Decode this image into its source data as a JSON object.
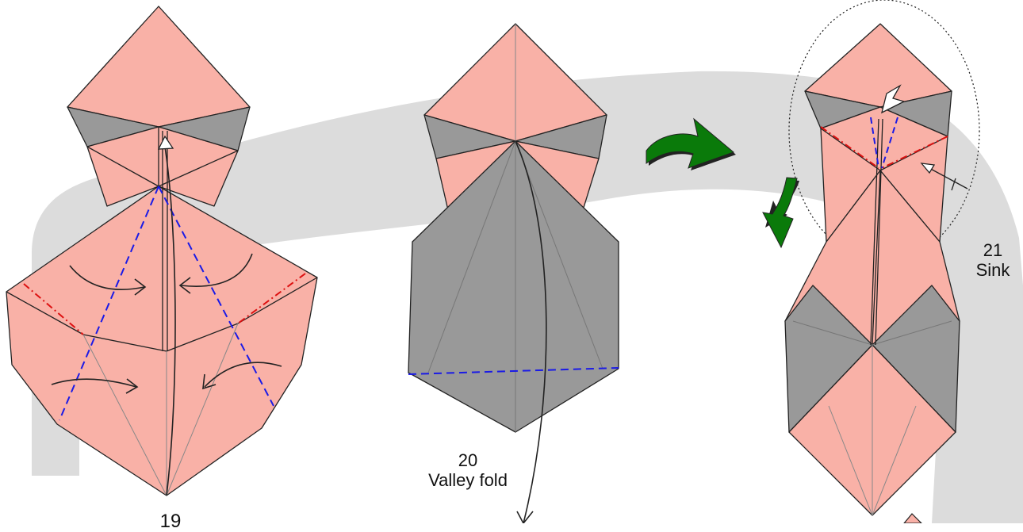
{
  "steps": [
    {
      "number": "19",
      "caption": ""
    },
    {
      "number": "20",
      "caption": "Valley fold"
    },
    {
      "number": "21",
      "caption": "Sink"
    }
  ],
  "colors": {
    "paper_front": "#f9b1a7",
    "paper_back": "#999999",
    "valley_line": "#1a1ae6",
    "mountain_line": "#dd1111",
    "turn_arrow": "#0a7a0a",
    "background_band": "#dcdcdc"
  },
  "icons": [
    "turn-over-arrow-icon",
    "fold-arrow-icon",
    "push-arrow-icon"
  ]
}
